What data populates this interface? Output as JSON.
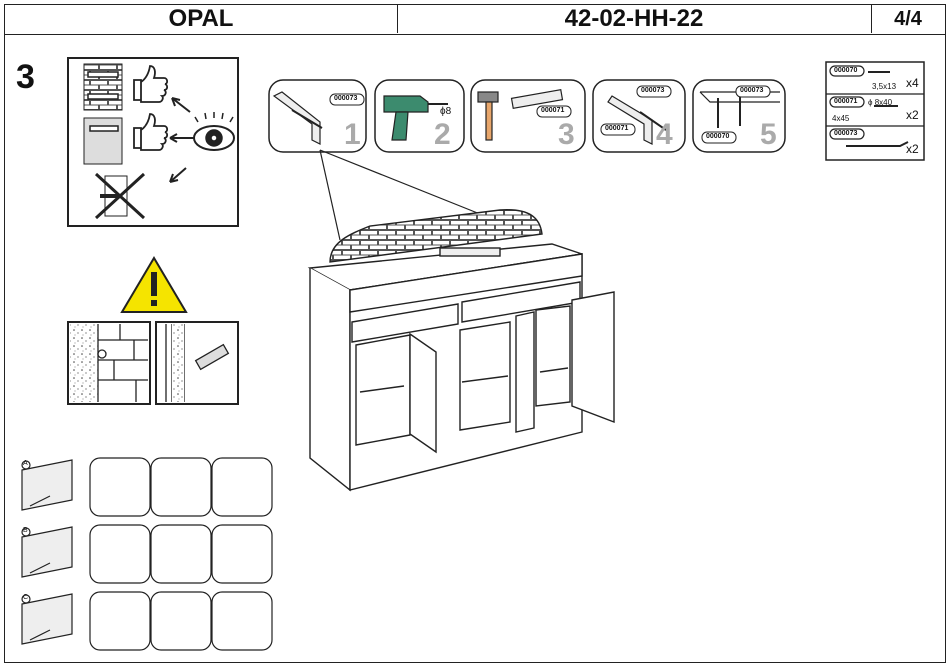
{
  "header": {
    "product": "OPAL",
    "code": "42-02-HH-22",
    "page": "4/4"
  },
  "step_number": "3",
  "steps": [
    {
      "number": "1",
      "part": "000073"
    },
    {
      "number": "2",
      "drill": "ϕ8"
    },
    {
      "number": "3",
      "part": "000071"
    },
    {
      "number": "4",
      "parts": [
        "000073",
        "000071"
      ]
    },
    {
      "number": "5",
      "parts": [
        "000073",
        "000070"
      ]
    }
  ],
  "parts_list": [
    {
      "id": "000070",
      "size": "3,5x13",
      "qty": "x4"
    },
    {
      "id": "000071",
      "size": "ϕ 8x40",
      "size2": "4x45",
      "qty": "x2"
    },
    {
      "id": "000073",
      "size": "",
      "qty": "x2"
    }
  ],
  "hinge_rows": [
    "A",
    "B",
    "C"
  ],
  "icons": [
    "thumbs-up-icon",
    "eye-icon",
    "warning-icon",
    "drill-icon",
    "hammer-icon"
  ],
  "colors": {
    "warning": "#f5e400",
    "line": "#222222",
    "drill_body": "#3c8b6e"
  }
}
